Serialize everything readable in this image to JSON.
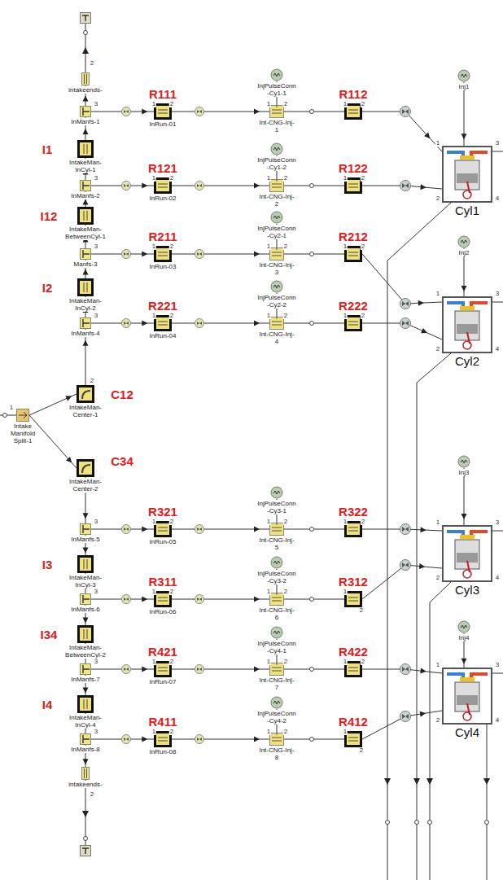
{
  "diagram": {
    "nodes": [
      {
        "text": [
          "intakeends-"
        ]
      },
      {
        "text": [
          "InManfs-1"
        ]
      },
      {
        "text": [
          "InRun-01"
        ]
      },
      {
        "text": [
          "InjPulseConn -Cy1-1"
        ]
      },
      {
        "text": [
          "Int-CNG-Inj- 1"
        ]
      },
      {
        "text": [
          "Inj1"
        ]
      },
      {
        "text": [
          "Cyl1"
        ]
      },
      {
        "text": [
          "IntakeMan- InCyl-1"
        ]
      },
      {
        "text": [
          "InManfs-2"
        ]
      },
      {
        "text": [
          "InRun-02"
        ]
      },
      {
        "text": [
          "InjPulseConn -Cy1-2"
        ]
      },
      {
        "text": [
          "Int-CNG-Inj- 2"
        ]
      },
      {
        "text": [
          "IntakeMan- BetweenCyl-1"
        ]
      },
      {
        "text": [
          "Manfs-3"
        ]
      },
      {
        "text": [
          "InRun-03"
        ]
      },
      {
        "text": [
          "InjPulseConn -Cy2-1"
        ]
      },
      {
        "text": [
          "Int-CNG-Inj- 3"
        ]
      },
      {
        "text": [
          "Inj2"
        ]
      },
      {
        "text": [
          "Cyl2"
        ]
      },
      {
        "text": [
          "IntakeMan- InCyl-2"
        ]
      },
      {
        "text": [
          "InManfs-4"
        ]
      },
      {
        "text": [
          "InRun-04"
        ]
      },
      {
        "text": [
          "InjPulseConn -Cy2-2"
        ]
      },
      {
        "text": [
          "Int-CNG-Inj- 4"
        ]
      },
      {
        "text": [
          "IntakeMan- Center-1"
        ]
      },
      {
        "text": [
          "Intake Manifold Split-1"
        ]
      },
      {
        "text": [
          "IntakeMan- Center-2"
        ]
      },
      {
        "text": [
          "Inj3"
        ]
      },
      {
        "text": [
          "InManfs-5"
        ]
      },
      {
        "text": [
          "InRun-05"
        ]
      },
      {
        "text": [
          "InjPulseConn -Cy3-1"
        ]
      },
      {
        "text": [
          "Int-CNG-Inj- 5"
        ]
      },
      {
        "text": [
          "Cyl3"
        ]
      },
      {
        "text": [
          "IntakeMan- InCyl-3"
        ]
      },
      {
        "text": [
          "InManfs-6"
        ]
      },
      {
        "text": [
          "InRun-06"
        ]
      },
      {
        "text": [
          "InjPulseConn -Cy3-2"
        ]
      },
      {
        "text": [
          "Int-CNG-Inj- 6"
        ]
      },
      {
        "text": [
          "Inj4"
        ]
      },
      {
        "text": [
          "IntakeMan- BetweenCyl-2"
        ]
      },
      {
        "text": [
          "InManfs-7"
        ]
      },
      {
        "text": [
          "InRun-07"
        ]
      },
      {
        "text": [
          "InjPulseConn -Cy4-1"
        ]
      },
      {
        "text": [
          "Int-CNG-Inj- 7"
        ]
      },
      {
        "text": [
          "Cyl4"
        ]
      },
      {
        "text": [
          "IntakeMan- InCyl-4"
        ]
      },
      {
        "text": [
          "InManfs-8"
        ]
      },
      {
        "text": [
          "InRun-08"
        ]
      },
      {
        "text": [
          "InjPulseConn -Cy4-2"
        ]
      },
      {
        "text": [
          "Int-CNG-Inj- 8"
        ]
      },
      {
        "text": [
          "intakeends-"
        ]
      }
    ],
    "edges": [
      {
        "from": 1,
        "to": 0,
        "arrow": "to"
      },
      {
        "from": 7,
        "to": 1,
        "arrow": "to"
      },
      {
        "from": 8,
        "to": 7,
        "arrow": "to"
      },
      {
        "from": 12,
        "to": 8,
        "arrow": "to"
      },
      {
        "from": 13,
        "to": 12,
        "arrow": "to"
      },
      {
        "from": 19,
        "to": 13,
        "arrow": "to"
      },
      {
        "from": 20,
        "to": 19,
        "arrow": "to"
      },
      {
        "from": 24,
        "to": 20,
        "arrow": "to"
      },
      {
        "from": 25,
        "to": 24,
        "arrow": "to"
      },
      {
        "from": 25,
        "to": 26,
        "arrow": "to"
      },
      {
        "from": 26,
        "to": 28,
        "arrow": "to"
      },
      {
        "from": 28,
        "to": 33,
        "arrow": "to"
      },
      {
        "from": 33,
        "to": 34,
        "arrow": "to"
      },
      {
        "from": 34,
        "to": 39,
        "arrow": "to"
      },
      {
        "from": 39,
        "to": 40,
        "arrow": "to"
      },
      {
        "from": 40,
        "to": 45,
        "arrow": "to"
      },
      {
        "from": 45,
        "to": 46,
        "arrow": "to"
      },
      {
        "from": 46,
        "to": 50,
        "arrow": "to"
      },
      {
        "from": 1,
        "to": 2,
        "arrow": "to"
      },
      {
        "from": 2,
        "to": 4,
        "arrow": "to"
      },
      {
        "from": 3,
        "to": 4,
        "arrow": "to"
      },
      {
        "from": 4,
        "to": 6,
        "arrow": "to"
      },
      {
        "from": 5,
        "to": 6,
        "arrow": "to"
      },
      {
        "from": 8,
        "to": 9,
        "arrow": "to"
      },
      {
        "from": 9,
        "to": 11,
        "arrow": "to"
      },
      {
        "from": 10,
        "to": 11,
        "arrow": "to"
      },
      {
        "from": 11,
        "to": 6,
        "arrow": "to"
      },
      {
        "from": 13,
        "to": 14,
        "arrow": "to"
      },
      {
        "from": 14,
        "to": 16,
        "arrow": "to"
      },
      {
        "from": 15,
        "to": 16,
        "arrow": "to"
      },
      {
        "from": 16,
        "to": 18,
        "arrow": "to"
      },
      {
        "from": 17,
        "to": 18,
        "arrow": "to"
      },
      {
        "from": 20,
        "to": 21,
        "arrow": "to"
      },
      {
        "from": 21,
        "to": 23,
        "arrow": "to"
      },
      {
        "from": 22,
        "to": 23,
        "arrow": "to"
      },
      {
        "from": 23,
        "to": 18,
        "arrow": "to"
      },
      {
        "from": 28,
        "to": 29,
        "arrow": "to"
      },
      {
        "from": 29,
        "to": 31,
        "arrow": "to"
      },
      {
        "from": 30,
        "to": 31,
        "arrow": "to"
      },
      {
        "from": 31,
        "to": 32,
        "arrow": "to"
      },
      {
        "from": 27,
        "to": 32,
        "arrow": "to"
      },
      {
        "from": 34,
        "to": 35,
        "arrow": "to"
      },
      {
        "from": 35,
        "to": 37,
        "arrow": "to"
      },
      {
        "from": 36,
        "to": 37,
        "arrow": "to"
      },
      {
        "from": 37,
        "to": 32,
        "arrow": "to"
      },
      {
        "from": 40,
        "to": 41,
        "arrow": "to"
      },
      {
        "from": 41,
        "to": 43,
        "arrow": "to"
      },
      {
        "from": 42,
        "to": 43,
        "arrow": "to"
      },
      {
        "from": 43,
        "to": 44,
        "arrow": "to"
      },
      {
        "from": 38,
        "to": 44,
        "arrow": "to"
      },
      {
        "from": 46,
        "to": 47,
        "arrow": "to"
      },
      {
        "from": 47,
        "to": 49,
        "arrow": "to"
      },
      {
        "from": 48,
        "to": 49,
        "arrow": "to"
      },
      {
        "from": 49,
        "to": 44,
        "arrow": "to"
      }
    ],
    "labels": [
      "R111",
      "R112",
      "I1",
      "R121",
      "R122",
      "I12",
      "R211",
      "R212",
      "I2",
      "R221",
      "R222",
      "C12",
      "C34",
      "R321",
      "R322",
      "I3",
      "R311",
      "R312",
      "I34",
      "R421",
      "R422",
      "I4",
      "R411",
      "R412",
      "3",
      "1",
      "2",
      "1",
      "2",
      "1",
      "2",
      "3",
      "1",
      "2",
      "1",
      "2",
      "1",
      "2",
      "3",
      "1",
      "2",
      "1",
      "2",
      "1",
      "2",
      "3",
      "1",
      "2",
      "1",
      "2",
      "1",
      "2",
      "3",
      "1",
      "2",
      "1",
      "2",
      "1",
      "2",
      "3",
      "1",
      "2",
      "1",
      "2",
      "1",
      "2",
      "3",
      "1",
      "2",
      "1",
      "2",
      "1",
      "2",
      "3",
      "1",
      "2",
      "1",
      "2",
      "1",
      "2",
      "1",
      "3",
      "2",
      "4",
      "1",
      "3",
      "2",
      "4",
      "1",
      "3",
      "2",
      "4",
      "1",
      "3",
      "2",
      "4",
      "2",
      "1",
      "2",
      "2"
    ]
  }
}
